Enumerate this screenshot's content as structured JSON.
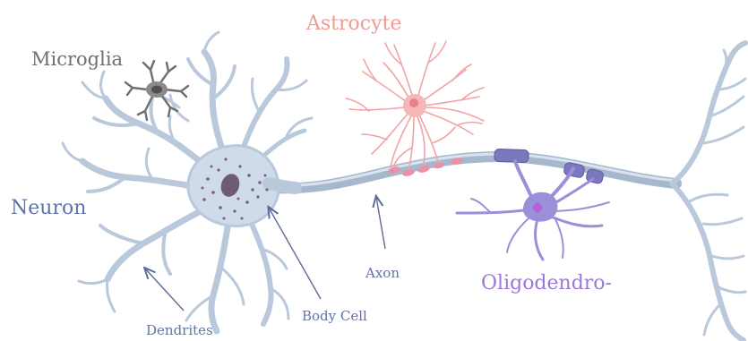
{
  "labels": {
    "astrocyte": "Astrocyte",
    "microglia": "Microglia",
    "neuron": "Neuron",
    "axon": "Axon",
    "oligodendrocyte": "Oligodendro-",
    "body_cell": "Body Cell",
    "dendrites": "Dendrites"
  },
  "colors": {
    "neuron_fill": "#cfdbe8",
    "neuron_stroke": "#8ea3bd",
    "nucleus": "#6e5b78",
    "granules": "#7a5f7e",
    "axon": "#aebfd3",
    "astrocyte": "#f2a3a6",
    "astrocyte_soma": "#ea7f88",
    "astro_endfeet": "#ee8fa8",
    "microglia": "#6f6f6f",
    "myelin": "#7b78bf",
    "oligodendrocyte": "#9a8fd8",
    "oligo_nucleus": "#b35fd8",
    "arrow": "#5d6b9b",
    "label_astrocyte": "#f09a96",
    "label_microglia": "#6f6f6f",
    "label_neuron": "#5f73a8",
    "label_axon": "#5f73a8",
    "label_oligo": "#9a78d6",
    "label_body": "#5f73a8",
    "label_dendrites": "#5f73a8"
  }
}
